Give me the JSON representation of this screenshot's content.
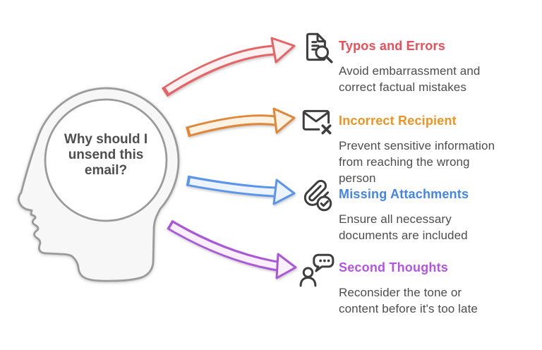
{
  "head": {
    "question_lines": [
      "Why should I",
      "unsend this",
      "email?"
    ]
  },
  "colors": {
    "question_text": "#4e4e4e",
    "description_text": "#4d4d4d",
    "icon": "#3e3e3e"
  },
  "items": [
    {
      "icon": "file-search-icon",
      "title": "Typos and Errors",
      "title_color": "#ee4d58",
      "arrow_color": "#e66465",
      "arrow_fill": "#fdf1f1",
      "desc_lines": [
        "Avoid embarrassment and",
        "correct factual mistakes"
      ]
    },
    {
      "icon": "mail-x-icon",
      "title": "Incorrect Recipient",
      "title_color": "#ee9422",
      "arrow_color": "#e0883a",
      "arrow_fill": "#fdf3e4",
      "desc_lines": [
        "Prevent sensitive information",
        "from reaching the wrong",
        "person"
      ]
    },
    {
      "icon": "paperclip-check-icon",
      "title": "Missing Attachments",
      "title_color": "#4485ec",
      "arrow_color": "#5b96ea",
      "arrow_fill": "#eef4fe",
      "desc_lines": [
        "Ensure all necessary",
        "documents are included"
      ]
    },
    {
      "icon": "person-thinking-icon",
      "title": "Second Thoughts",
      "title_color": "#b553e8",
      "arrow_color": "#a958d8",
      "arrow_fill": "#faf0fd",
      "desc_lines": [
        "Reconsider the tone or",
        "content before it's too late"
      ]
    }
  ]
}
